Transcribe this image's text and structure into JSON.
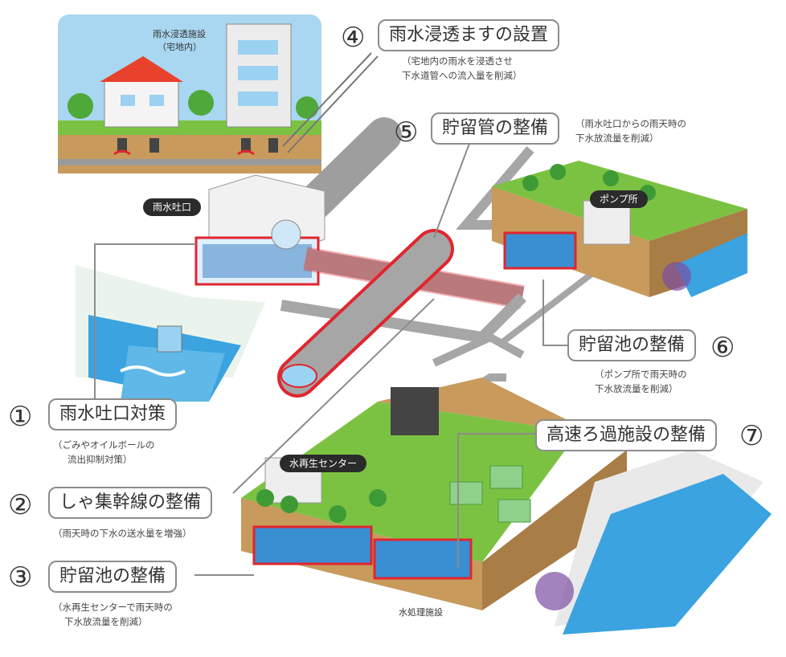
{
  "measures": [
    {
      "number": "①",
      "title": "雨水吐口対策",
      "note": [
        "（ごみやオイルボールの",
        "流出抑制対策）"
      ]
    },
    {
      "number": "②",
      "title": "しゃ集幹線の整備",
      "note": [
        "（雨天時の下水の送水量を増強）"
      ]
    },
    {
      "number": "③",
      "title": "貯留池の整備",
      "note": [
        "（水再生センターで雨天時の",
        "下水放流量を削減）"
      ]
    },
    {
      "number": "④",
      "title": "雨水浸透ますの設置",
      "note": [
        "（宅地内の雨水を浸透させ",
        "下水道管への流入量を削減）"
      ]
    },
    {
      "number": "⑤",
      "title": "貯留管の整備",
      "note": [
        "（雨水吐口からの雨天時の",
        "下水放流量を削減）"
      ]
    },
    {
      "number": "⑥",
      "title": "貯留池の整備",
      "note": [
        "（ポンプ所で雨天時の",
        "下水放流量を削減）"
      ]
    },
    {
      "number": "⑦",
      "title": "高速ろ過施設の整備",
      "note": []
    }
  ],
  "facility_tags": {
    "outlet": "雨水吐口",
    "pump_station": "ポンプ所",
    "water_center": "水再生センター"
  },
  "small_labels": {
    "infiltration_facility": "雨水浸透施設",
    "residential": "（宅地内）",
    "treatment_facility": "水処理施設"
  },
  "colors": {
    "sky": "#9ccfee",
    "grass": "#7cc242",
    "soil": "#c89a5c",
    "water": "#5fb8e8",
    "pipe": "#a6a6a6",
    "highlight": "#e0262f"
  }
}
